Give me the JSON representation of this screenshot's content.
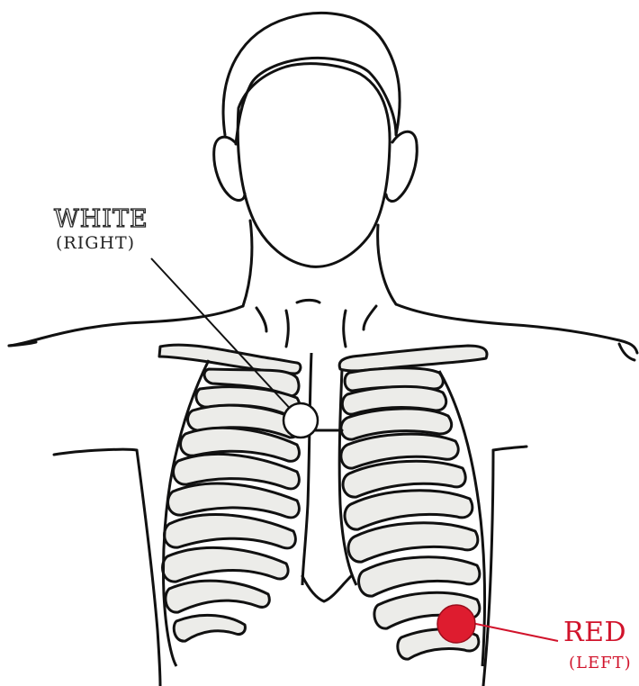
{
  "labels": {
    "white_title": "WHITE",
    "white_side": "(RIGHT)",
    "red_title": "RED",
    "red_side": "(LEFT)"
  },
  "colors": {
    "outline": "#111111",
    "bone_fill": "#ececea",
    "bone_shade": "#c8c8c4",
    "electrode_white": "#ffffff",
    "electrode_red": "#de1c2f",
    "label_red": "#d1132b"
  }
}
